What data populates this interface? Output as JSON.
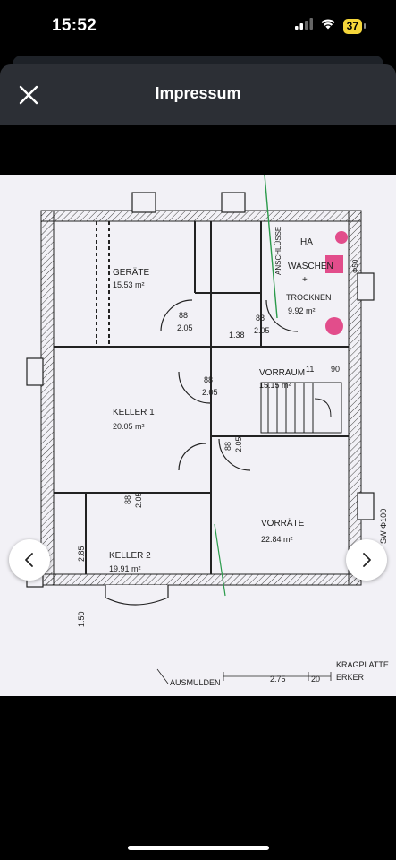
{
  "status_bar": {
    "time": "15:52",
    "battery": "37"
  },
  "header": {
    "title": "Impressum"
  },
  "floor_plan": {
    "rooms": {
      "geraete": {
        "name": "GERÄTE",
        "area": "15.53 m²"
      },
      "waschen": {
        "line1": "HA",
        "line2": "WASCHEN",
        "line3": "+",
        "line4": "TROCKNEN",
        "area": "9.92 m²"
      },
      "keller1": {
        "name": "KELLER 1",
        "area": "20.05 m²"
      },
      "keller2": {
        "name": "KELLER 2",
        "area": "19.91 m²"
      },
      "vorraum": {
        "name": "VORRAUM",
        "area": "15.15 m²"
      },
      "vorraete": {
        "name": "VORRÄTE",
        "area": "22.84 m²"
      }
    },
    "labels": {
      "anschluesse": "ANSCHLÜSSE",
      "ausmulden": "AUSMULDEN",
      "kragplatte": "KRAGPLATTE",
      "erker": "ERKER",
      "sw100": "SW Φ100",
      "d050": "Φ50",
      "door_a": "88",
      "door_a2": "2.05",
      "door_b": "88",
      "door_b2": "2.05",
      "door_c": "88",
      "door_c2": "2.05",
      "door_d": "88",
      "door_d2": "2.05",
      "door_e": "88",
      "door_e2": "2.05",
      "dim_138": "1.38",
      "dim_285": "2.85",
      "dim_150": "1.50",
      "dim_275": "2.75",
      "dim_115": "11",
      "dim_90": "90",
      "dim_20": "20"
    }
  }
}
